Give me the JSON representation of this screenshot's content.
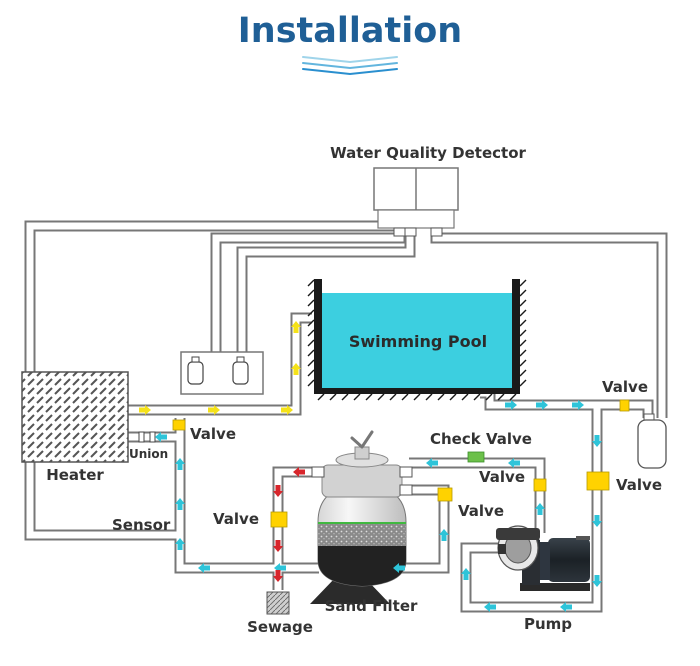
{
  "title": "Installation",
  "labels": {
    "water_quality_detector": "Water Quality Detector",
    "swimming_pool": "Swimming Pool",
    "heater": "Heater",
    "union": "Union",
    "valve": "Valve",
    "sensor": "Sensor",
    "check_valve": "Check Valve",
    "sand_filter": "Sand Filter",
    "sewage": "Sewage",
    "pump": "Pump"
  },
  "colors": {
    "title": "#1f5f96",
    "pool_water": "#3ccfe0",
    "flow_warm": "#f5e219",
    "flow_cold": "#2ec4d9",
    "flow_sewage": "#d8262c",
    "valve": "#ffd200",
    "check_valve": "#6cc04a",
    "pipe": "#777777"
  }
}
